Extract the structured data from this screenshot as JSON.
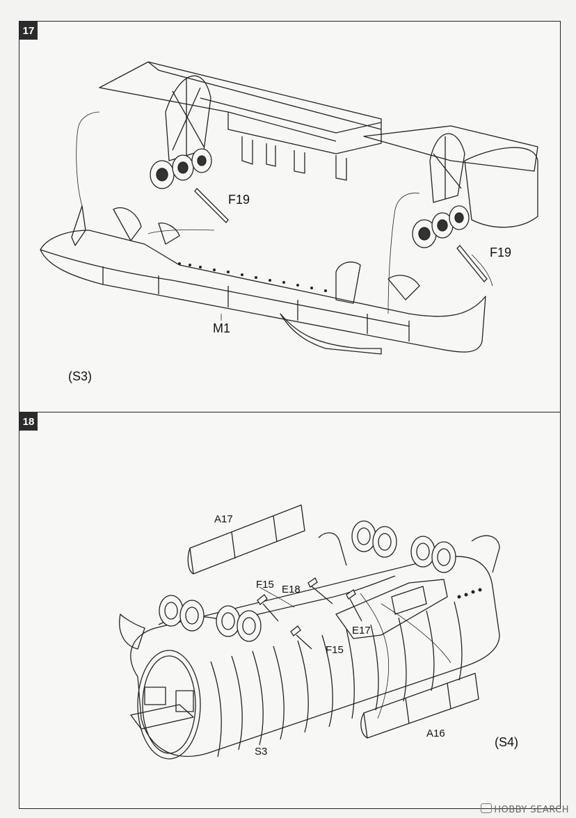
{
  "steps": [
    {
      "number": "17",
      "variant": "(S3)",
      "parts": [
        "F19",
        "F19",
        "M1"
      ]
    },
    {
      "number": "18",
      "variant": "(S4)",
      "parts": [
        "A17",
        "F15",
        "E18",
        "E17",
        "F15",
        "A16",
        "S3"
      ]
    }
  ],
  "watermark": {
    "text": "HOBBY SEARCH",
    "logo_icon": "hobbysearch-logo-icon"
  }
}
